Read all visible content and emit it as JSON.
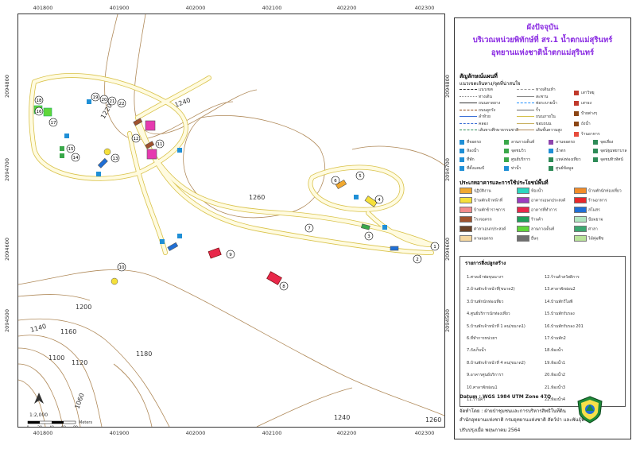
{
  "map": {
    "x_ticks": [
      "401800",
      "401900",
      "402000",
      "402100",
      "402200",
      "402300"
    ],
    "y_ticks": [
      "2094800",
      "2094700",
      "2094600",
      "2094500"
    ],
    "y_ticks_right": [
      "2094800",
      "2094700",
      "2094600",
      "2094500"
    ],
    "contours": [
      "1240",
      "1220",
      "1260",
      "1200",
      "1140",
      "1160",
      "1120",
      "1100",
      "1180",
      "1060",
      "1240",
      "1260"
    ],
    "building_numbers": [
      "1",
      "2",
      "3",
      "4",
      "5",
      "6",
      "7",
      "8",
      "9",
      "10",
      "11",
      "12",
      "13",
      "14",
      "15",
      "16",
      "17",
      "18",
      "19",
      "20",
      "21",
      "22"
    ],
    "scale_text": "1:2,000",
    "scale_ticks": [
      "0",
      "20",
      "40",
      "60",
      "80"
    ],
    "scale_unit": "Meters"
  },
  "legend": {
    "title_line1": "ผังปัจจุบัน",
    "title_line2": "บริเวณหน่วยพิทักษ์ที่ สร.1 น้ำตกแม่สุรินทร์",
    "title_line3": "อุทยานแห่งชาติน้ำตกแม่สุรินทร์",
    "symbols_heading": "สัญลักษณ์แผนที่",
    "symbols_subheading": "แนวเขตเส้นทาง/จุดที่น่าสนใจ",
    "line_items": [
      {
        "label": "แนวเขต",
        "color": "#333333",
        "style": "dashed"
      },
      {
        "label": "ทางเดิน",
        "color": "#888888",
        "style": "dotted"
      },
      {
        "label": "ถนนลาดยาง",
        "color": "#333333",
        "style": "solid"
      },
      {
        "label": "ถนนลูกรัง",
        "color": "#8b4513",
        "style": "dashed"
      },
      {
        "label": "ลำห้วย",
        "color": "#3b6fd6",
        "style": "solid"
      },
      {
        "label": "คลอง",
        "color": "#3b6fd6",
        "style": "dashed"
      },
      {
        "label": "เส้นทางศึกษาธรรมชาติ",
        "color": "#2e8b57",
        "style": "dashed"
      },
      {
        "label": "ทางเดินเท้า",
        "color": "#999999",
        "style": "dashed"
      },
      {
        "label": "สะพาน",
        "color": "#888888",
        "style": "solid"
      },
      {
        "label": "ท่อระบายน้ำ",
        "color": "#1e90ff",
        "style": "dashed"
      },
      {
        "label": "รั้ว",
        "color": "#666666",
        "style": "solid"
      },
      {
        "label": "ถนนภายใน",
        "color": "#d4c04a",
        "style": "solid"
      },
      {
        "label": "ขอบถนน",
        "color": "#c9b060",
        "style": "solid"
      },
      {
        "label": "เส้นชั้นความสูง",
        "color": "#b08a5a",
        "style": "solid"
      }
    ],
    "point_items_col3": [
      {
        "label": "เสาวิทยุ",
        "color": "#c0392b"
      },
      {
        "label": "เสาธง",
        "color": "#c0392b"
      },
      {
        "label": "ป้ายต่างๆ",
        "color": "#8b4513"
      },
      {
        "label": "ถังน้ำ",
        "color": "#8b4513"
      },
      {
        "label": "ร้านอาหาร",
        "color": "#e74c3c"
      }
    ],
    "icon_items": [
      {
        "label": "ที่จอดรถ",
        "color": "#1f8fd6"
      },
      {
        "label": "ห้องน้ำ",
        "color": "#1f8fd6"
      },
      {
        "label": "ที่พัก",
        "color": "#1f8fd6"
      },
      {
        "label": "ที่ตั้งแคมป์",
        "color": "#1f8fd6"
      },
      {
        "label": "ลานกางเต็นท์",
        "color": "#3aa84a"
      },
      {
        "label": "จุดชมวิว",
        "color": "#3aa84a"
      },
      {
        "label": "ศูนย์บริการ",
        "color": "#3aa84a"
      },
      {
        "label": "ท่าน้ำ",
        "color": "#1f8fd6"
      },
      {
        "label": "ลานจอดรถ",
        "color": "#8e44ad"
      },
      {
        "label": "น้ำตก",
        "color": "#1f8fd6"
      },
      {
        "label": "แหล่งท่องเที่ยว",
        "color": "#2e8b57"
      },
      {
        "label": "ศูนย์ข้อมูล",
        "color": "#2e8b57"
      },
      {
        "label": "จุดเสี่ยง",
        "color": "#2e8b57"
      },
      {
        "label": "จุดปฐมพยาบาล",
        "color": "#2e8b57"
      },
      {
        "label": "จุดชมทิวทัศน์",
        "color": "#2e8b57"
      }
    ],
    "landuse_heading": "ประเภทอาคารและการใช้ประโยชน์พื้นที่",
    "landuse_items": [
      {
        "label": "ปฏิบัติงาน",
        "color": "#f0a830"
      },
      {
        "label": "บ้านพักเจ้าหน้าที่",
        "color": "#f5e03a"
      },
      {
        "label": "บ้านพักข้าราชการ",
        "color": "#f28c8c"
      },
      {
        "label": "โรงจอดรถ",
        "color": "#a0522d"
      },
      {
        "label": "ศาลาเอนกประสงค์",
        "color": "#6b4226"
      },
      {
        "label": "ลานจอดรถ",
        "color": "#f5d7a0"
      },
      {
        "label": "ห้องน้ำ",
        "color": "#2bd6c0"
      },
      {
        "label": "อาคารเอนกประสงค์",
        "color": "#9b3ec0"
      },
      {
        "label": "อาคารที่ทำการ",
        "color": "#e8284a"
      },
      {
        "label": "ร้านค้า",
        "color": "#1fa05a"
      },
      {
        "label": "ลานกางเต็นท์",
        "color": "#5fd63a"
      },
      {
        "label": "อื่นๆ",
        "color": "#6e6e6e"
      },
      {
        "label": "บ้านพักนักท่องเที่ยว",
        "color": "#f28c28"
      },
      {
        "label": "ร้านอาหาร",
        "color": "#e8282a"
      },
      {
        "label": "สโมสร",
        "color": "#1f6fd6"
      },
      {
        "label": "ป้อมยาม",
        "color": "#b0e6c0"
      },
      {
        "label": "ศาลา",
        "color": "#3aa870"
      },
      {
        "label": "ไม้พุ่มพืช",
        "color": "#b9e39a"
      }
    ],
    "buildings_heading": "รายการสิ่งปลูกสร้าง",
    "buildings_left": [
      "1.ศาลเจ้าพ่อขุนนางฯ",
      "2.บ้านพักเจ้าหน้าที่(ขนาด2)",
      "3.บ้านพักนักท่องเที่ยว",
      "4.ศูนย์บริการนักท่องเที่ยว",
      "5.บ้านพักเจ้าหน้าที่ 1 คน(ขนาด1)",
      "6.ที่ทำการหน่วยฯ",
      "7.ถังเก็บน้ำ",
      "8.บ้านพักเจ้าหน้าที่ 4 คน(ขนาด2)",
      "9.อาคารศูนย์บริการฯ",
      "10.ศาลาพักผ่อน1",
      "11.ร้านค้า"
    ],
    "buildings_right": [
      "12.ร้านค้าสวัสดิการ",
      "13.ศาลาพักผ่อน2",
      "14.บ้านพักวีไอพี",
      "15.บ้านพักรับรอง",
      "16.บ้านพักรับรอง 201",
      "17.บ้านพัก2",
      "18.ห้องน้ำ",
      "19.ห้องน้ำ1",
      "20.ห้องน้ำ2",
      "21.ห้องน้ำ3",
      "22.ห้องน้ำ4"
    ],
    "datum": "Datum  : WGS 1984 UTM Zone 47Q",
    "credit1": "จัดทำโดย  : ฝ่ายป่าชุมชนและการบริหารสิทธิในที่ดิน",
    "credit2": "สำนักอุทยานแห่งชาติ  กรมอุทยานแห่งชาติ สัตว์ป่า และพันธุ์พืช",
    "updated": "ปรับปรุงเมื่อ  พฤษภาคม 2564"
  }
}
